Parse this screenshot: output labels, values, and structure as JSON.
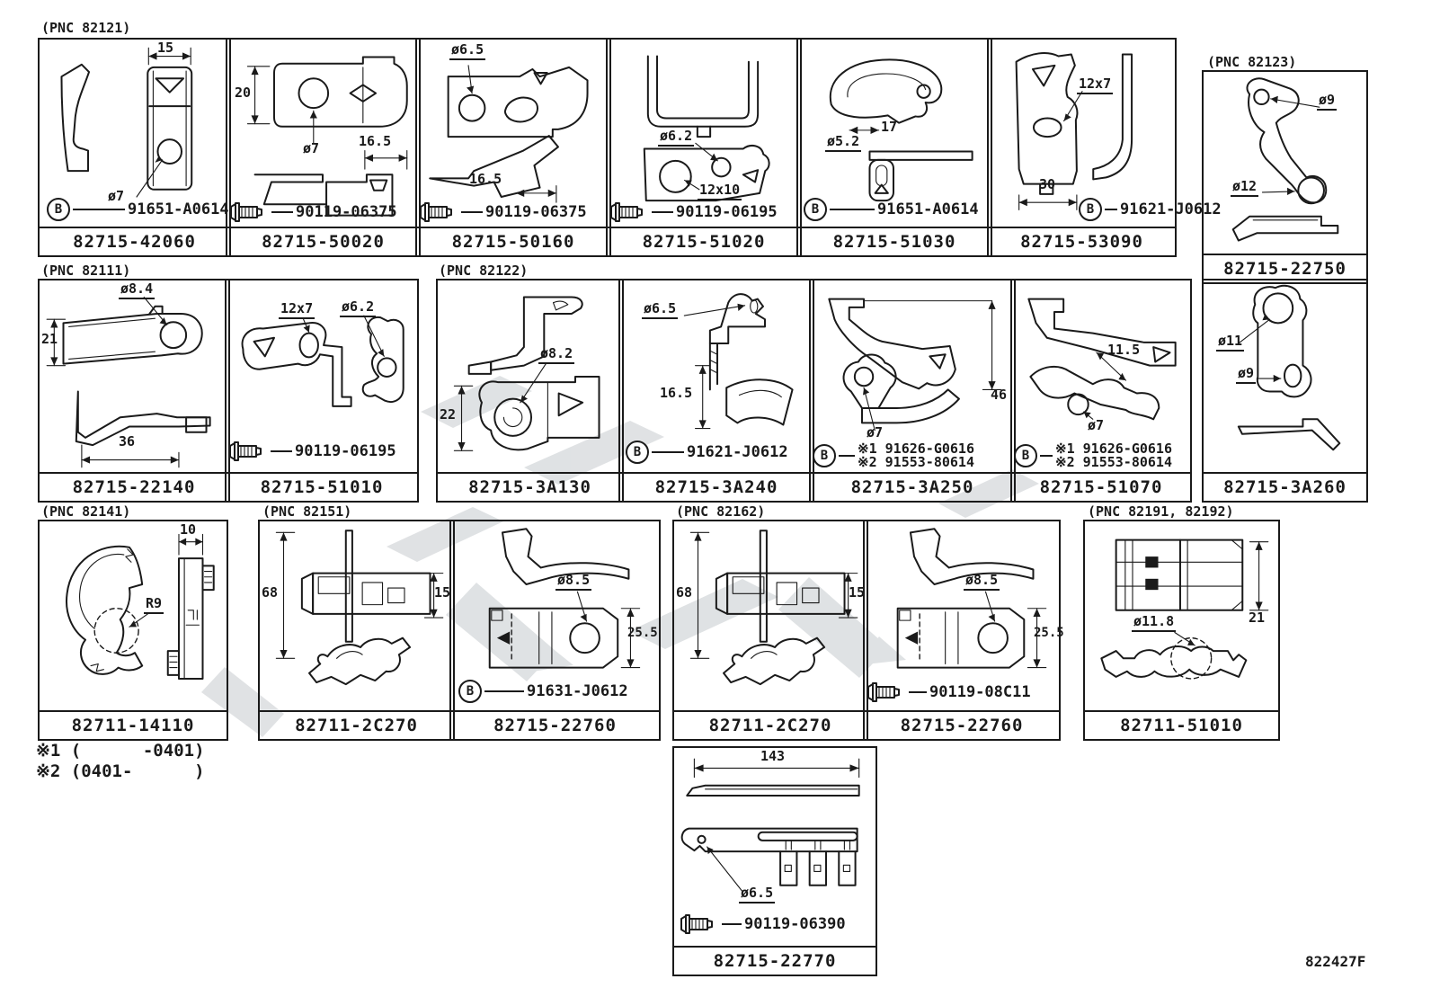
{
  "page": {
    "figure_code": "822427F"
  },
  "notes": {
    "n1": "※1 (      -0401)",
    "n2": "※2 (0401-      )"
  },
  "pnc_labels": {
    "g82121": "(PNC 82121)",
    "g82111": "(PNC 82111)",
    "g82122": "(PNC 82122)",
    "g82123": "(PNC 82123)",
    "g82141": "(PNC 82141)",
    "g82151": "(PNC 82151)",
    "g82162": "(PNC 82162)",
    "g82191": "(PNC 82191, 82192)"
  },
  "cells": {
    "r1c1": {
      "part": "82715-42060",
      "d1": "15",
      "d2": "ø7",
      "fastener_letter": "B",
      "fastener_ref": "91651-A0614"
    },
    "r1c2": {
      "part": "82715-50020",
      "d1": "20",
      "d2": "ø7",
      "d3": "16.5",
      "fastener_ref": "90119-06375"
    },
    "r1c3": {
      "part": "82715-50160",
      "d1": "ø6.5",
      "d2": "16.5",
      "fastener_ref": "90119-06375"
    },
    "r1c4": {
      "part": "82715-51020",
      "d1": "ø6.2",
      "d2": "12x10",
      "fastener_ref": "90119-06195"
    },
    "r1c5": {
      "part": "82715-51030",
      "d1": "17",
      "d2": "ø5.2",
      "fastener_letter": "B",
      "fastener_ref": "91651-A0614"
    },
    "r1c6": {
      "part": "82715-53090",
      "d1": "12x7",
      "d2": "30",
      "fastener_letter": "B",
      "fastener_ref": "91621-J0612"
    },
    "rc1": {
      "part": "82715-22750",
      "d1": "ø9",
      "d2": "ø12"
    },
    "rc2": {
      "part": "82715-3A260",
      "d1": "ø11",
      "d2": "ø9"
    },
    "r2c1": {
      "part": "82715-22140",
      "d1": "ø8.4",
      "d2": "21",
      "d3": "36"
    },
    "r2c2": {
      "part": "82715-51010",
      "d1": "12x7",
      "d2": "ø6.2",
      "fastener_ref": "90119-06195"
    },
    "r2c3": {
      "part": "82715-3A130",
      "d1": "ø8.2",
      "d2": "22"
    },
    "r2c4": {
      "part": "82715-3A240",
      "d1": "ø6.5",
      "d2": "16.5",
      "fastener_letter": "B",
      "fastener_ref": "91621-J0612"
    },
    "r2c5": {
      "part": "82715-3A250",
      "d1": "46",
      "d2": "ø7",
      "fastener_letter": "B",
      "fastener_ref1": "※1 91626-G0616",
      "fastener_ref2": "※2 91553-80614"
    },
    "r2c6": {
      "part": "82715-51070",
      "d1": "11.5",
      "d2": "ø7",
      "fastener_letter": "B",
      "fastener_ref1": "※1 91626-G0616",
      "fastener_ref2": "※2 91553-80614"
    },
    "r3c1": {
      "part": "82711-14110",
      "d1": "10",
      "d2": "R9"
    },
    "r3c2": {
      "part": "82711-2C270",
      "d1": "68",
      "d2": "15"
    },
    "r3c3": {
      "part": "82715-22760",
      "d1": "ø8.5",
      "d2": "25.5",
      "fastener_letter": "B",
      "fastener_ref": "91631-J0612"
    },
    "r3c4": {
      "part": "82711-2C270",
      "d1": "68",
      "d2": "15"
    },
    "r3c5": {
      "part": "82715-22760",
      "d1": "ø8.5",
      "d2": "25.5",
      "fastener_ref": "90119-08C11"
    },
    "r3c6": {
      "part": "82711-51010",
      "d1": "21",
      "d2": "ø11.8"
    },
    "r4c1": {
      "part": "82715-22770",
      "d1": "143",
      "d2": "ø6.5",
      "fastener_ref": "90119-06390"
    }
  }
}
